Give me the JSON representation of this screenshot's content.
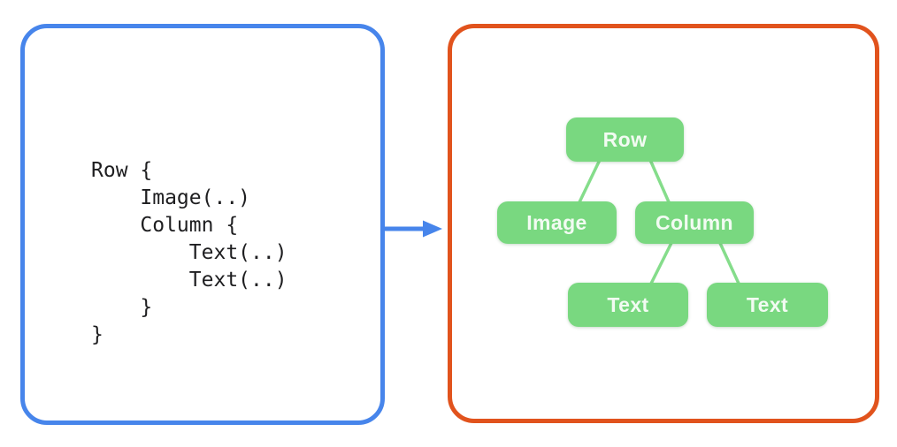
{
  "code_panel": {
    "lines": [
      "Row {",
      "    Image(..)",
      "    Column {",
      "        Text(..)",
      "        Text(..)",
      "    }",
      "}"
    ]
  },
  "arrow": {
    "direction": "right",
    "color": "#4785EB"
  },
  "tree_panel": {
    "nodes": [
      {
        "id": "row",
        "label": "Row",
        "parent": null
      },
      {
        "id": "image",
        "label": "Image",
        "parent": "row"
      },
      {
        "id": "column",
        "label": "Column",
        "parent": "row"
      },
      {
        "id": "text-1",
        "label": "Text",
        "parent": "column"
      },
      {
        "id": "text-2",
        "label": "Text",
        "parent": "column"
      }
    ],
    "edges": [
      [
        "row",
        "image"
      ],
      [
        "row",
        "column"
      ],
      [
        "column",
        "text-1"
      ],
      [
        "column",
        "text-2"
      ]
    ]
  },
  "colors": {
    "code_panel_border": "#4785EB",
    "tree_panel_border": "#E1531D",
    "node_fill": "#79D880",
    "edge_stroke": "#85DD8B",
    "node_text": "#F2FBF2",
    "code_text": "#1E1E20",
    "arrow": "#4785EB",
    "background": "#FFFFFF"
  }
}
